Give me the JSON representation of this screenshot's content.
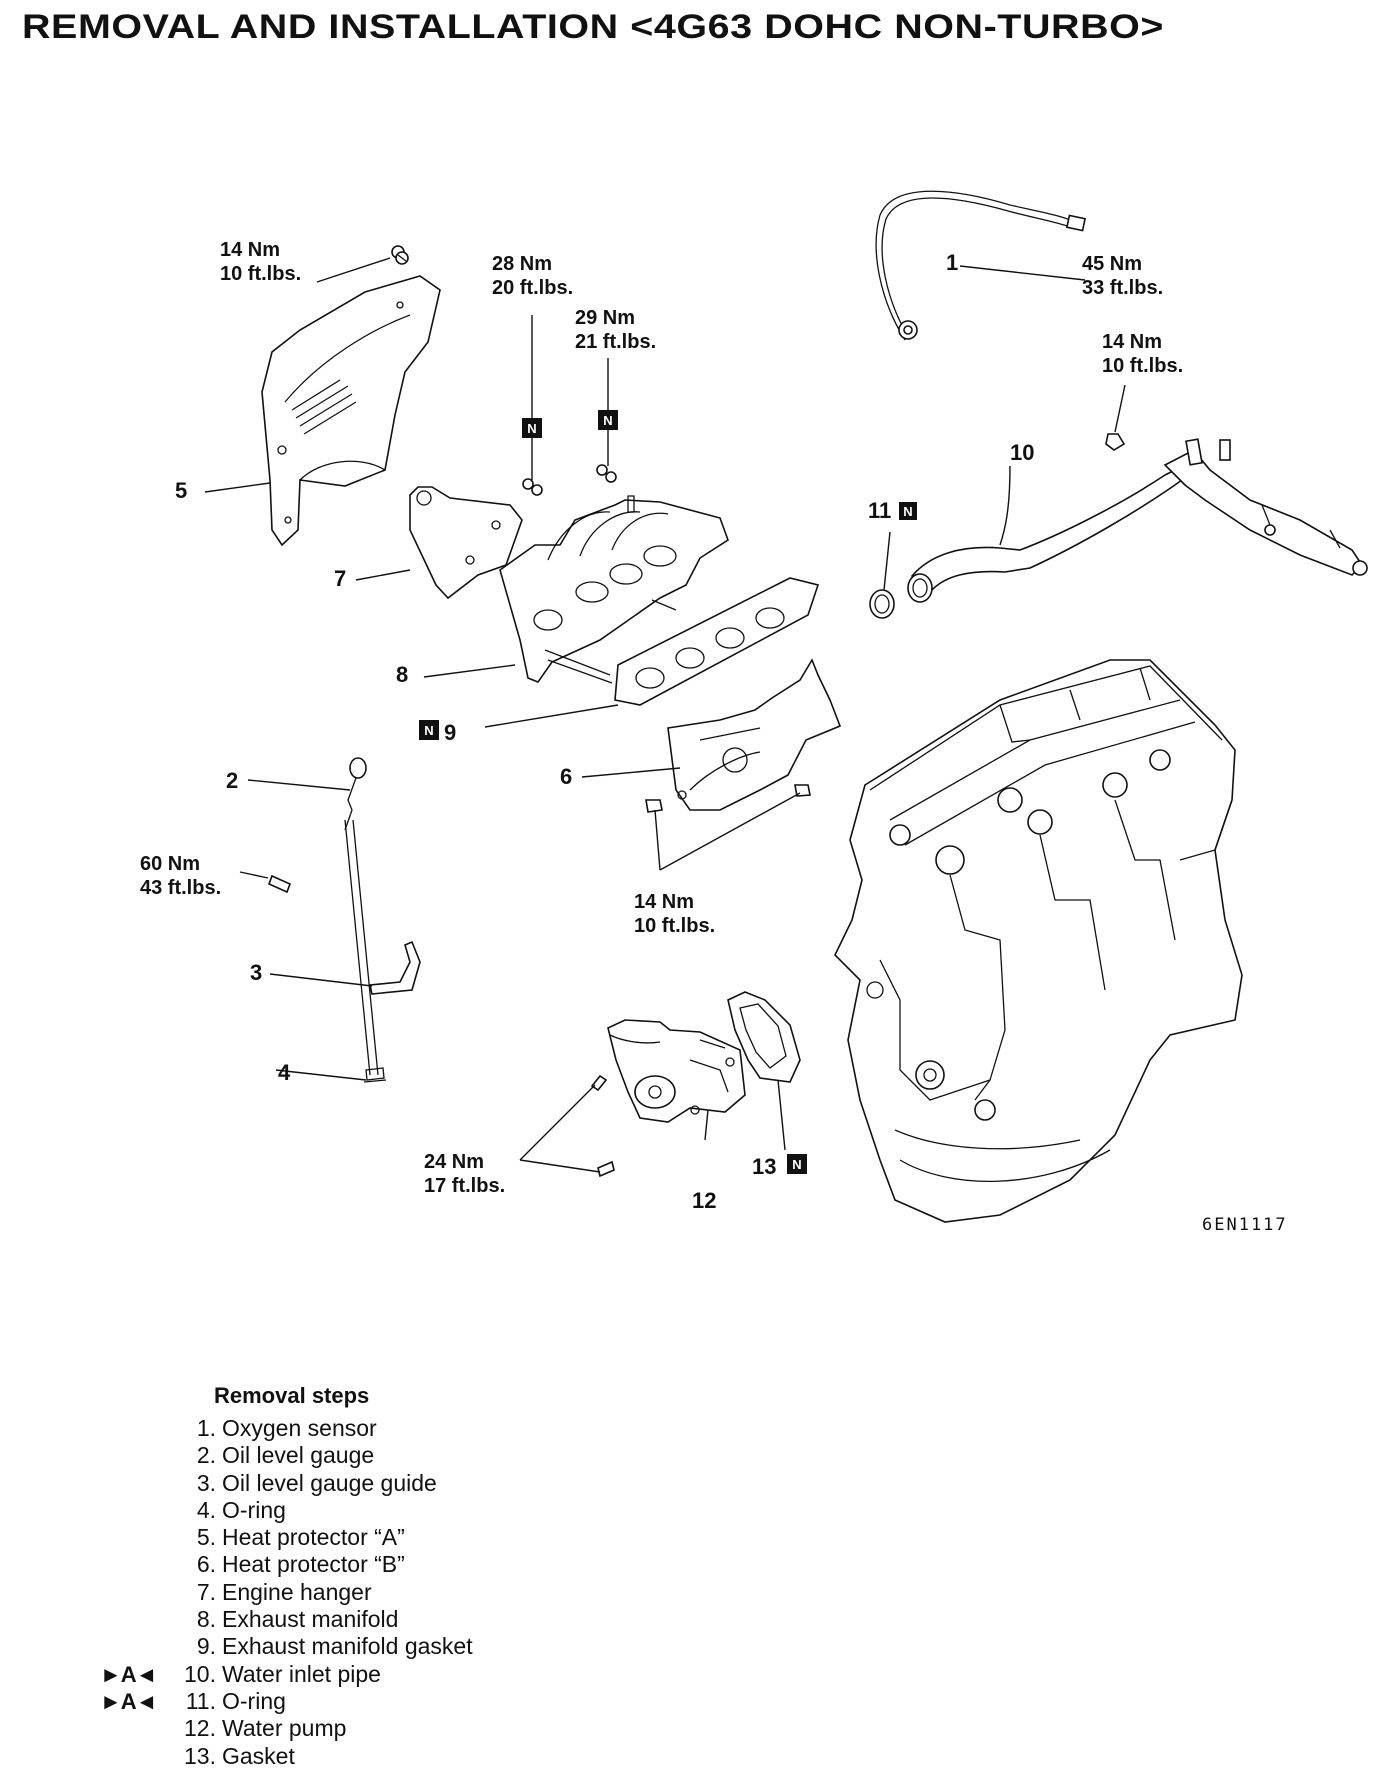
{
  "title": "REMOVAL AND INSTALLATION <4G63 DOHC NON-TURBO>",
  "figure_code": "6EN1117",
  "new_part_symbol": "N",
  "callouts": {
    "c1": "1",
    "c2": "2",
    "c3": "3",
    "c4": "4",
    "c5": "5",
    "c6": "6",
    "c7": "7",
    "c8": "8",
    "c9": "9",
    "c10": "10",
    "c11": "11",
    "c12": "12",
    "c13": "13"
  },
  "torques": {
    "heat_protector_a_bolt": {
      "nm": "14 Nm",
      "ftlbs": "10 ft.lbs."
    },
    "manifold_nut_1": {
      "nm": "28 Nm",
      "ftlbs": "20 ft.lbs."
    },
    "manifold_nut_2": {
      "nm": "29 Nm",
      "ftlbs": "21 ft.lbs."
    },
    "oxygen_sensor": {
      "nm": "45 Nm",
      "ftlbs": "33 ft.lbs."
    },
    "inlet_pipe_bolt": {
      "nm": "14 Nm",
      "ftlbs": "10 ft.lbs."
    },
    "guide_bolt": {
      "nm": "60 Nm",
      "ftlbs": "43 ft.lbs."
    },
    "heat_protector_b_bolts": {
      "nm": "14 Nm",
      "ftlbs": "10 ft.lbs."
    },
    "water_pump_bolts": {
      "nm": "24 Nm",
      "ftlbs": "17 ft.lbs."
    }
  },
  "removal": {
    "heading": "Removal steps",
    "steps": [
      {
        "mark": "",
        "num": "1.",
        "name": "Oxygen sensor"
      },
      {
        "mark": "",
        "num": "2.",
        "name": "Oil level gauge"
      },
      {
        "mark": "",
        "num": "3.",
        "name": "Oil level gauge guide"
      },
      {
        "mark": "",
        "num": "4.",
        "name": "O-ring"
      },
      {
        "mark": "",
        "num": "5.",
        "name": "Heat protector “A”"
      },
      {
        "mark": "",
        "num": "6.",
        "name": "Heat protector “B”"
      },
      {
        "mark": "",
        "num": "7.",
        "name": "Engine hanger"
      },
      {
        "mark": "",
        "num": "8.",
        "name": "Exhaust manifold"
      },
      {
        "mark": "",
        "num": "9.",
        "name": "Exhaust manifold gasket"
      },
      {
        "mark": "►A◄",
        "num": "10.",
        "name": "Water inlet pipe"
      },
      {
        "mark": "►A◄",
        "num": "11.",
        "name": "O-ring"
      },
      {
        "mark": "",
        "num": "12.",
        "name": "Water pump"
      },
      {
        "mark": "",
        "num": "13.",
        "name": "Gasket"
      }
    ]
  }
}
